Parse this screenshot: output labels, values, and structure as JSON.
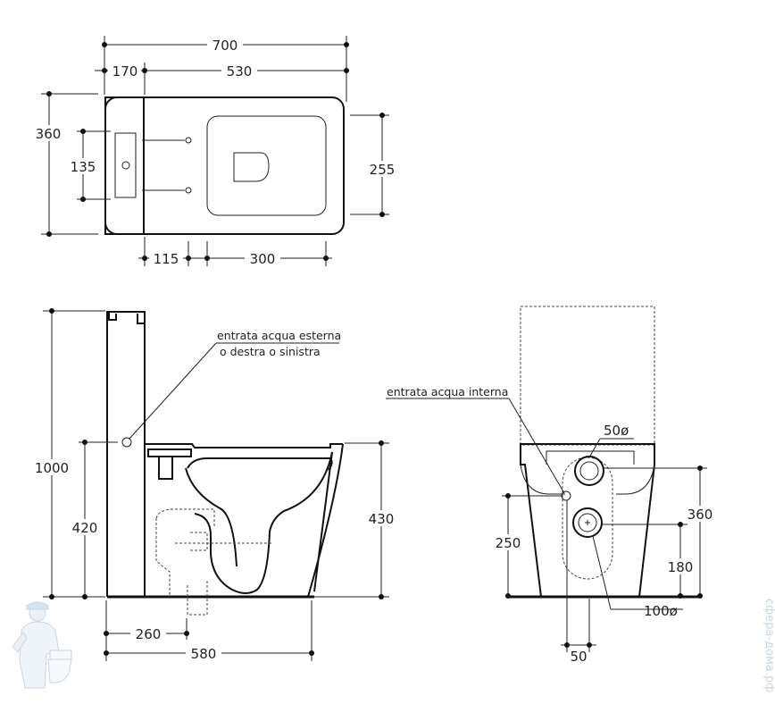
{
  "top_view": {
    "dims": [
      "700",
      "170",
      "530",
      "360",
      "135",
      "255",
      "115",
      "300"
    ]
  },
  "side_view": {
    "dims": [
      "1000",
      "420",
      "430",
      "260",
      "580"
    ],
    "note_line1": "entrata acqua esterna",
    "note_line2": "o destra o sinistra"
  },
  "rear_view": {
    "dims": [
      "50ø",
      "360",
      "250",
      "180",
      "100ø",
      "50"
    ],
    "note": "entrata acqua interna"
  },
  "watermark": {
    "text": "сфера-дома.рф"
  }
}
